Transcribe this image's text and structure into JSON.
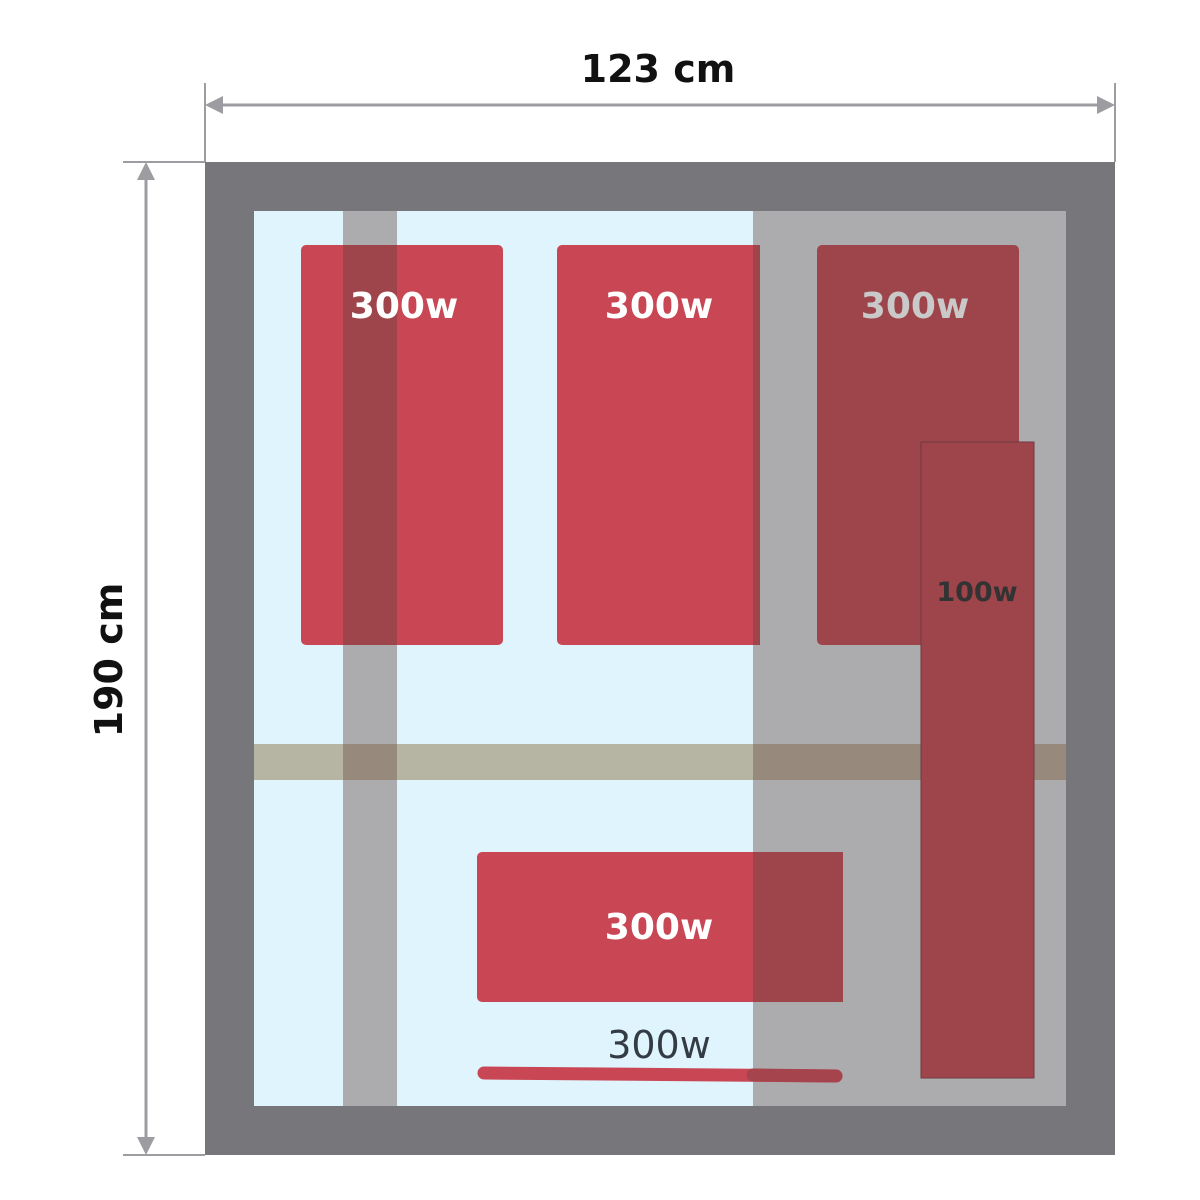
{
  "dimensions": {
    "width_label": "123 cm",
    "height_label": "190 cm"
  },
  "heaters": [
    {
      "id": "heater-top-left",
      "label": "300w"
    },
    {
      "id": "heater-top-center",
      "label": "300w"
    },
    {
      "id": "heater-top-right",
      "label": "300w"
    },
    {
      "id": "heater-side-strip",
      "label": "100w"
    },
    {
      "id": "heater-bottom-panel",
      "label": "300w"
    },
    {
      "id": "heater-floor-strip",
      "label": "300w"
    }
  ],
  "colors": {
    "frame": "#77767b",
    "interior_light": "#dff4fc",
    "interior_shadow": "#acabad",
    "bench": "#b6b5a3",
    "heater": "#c94654",
    "heater_shaded": "#9e444b",
    "dimension_line": "#9d9ca1"
  }
}
